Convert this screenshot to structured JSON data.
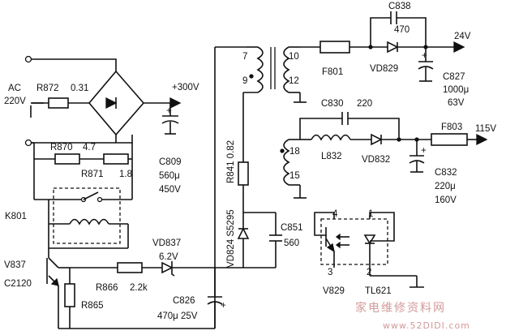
{
  "labels": {
    "ac": "AC",
    "v220": "220V",
    "r872": "R872",
    "r872_val": "0.31",
    "plus300": "+300V",
    "r870": "R870",
    "r870_val": "4.7",
    "r871": "R871",
    "r871_val": "1.8",
    "c809": "C809",
    "c809_cap": "560μ",
    "c809_v": "450V",
    "k801": "K801",
    "pin7": "7",
    "pin9": "9",
    "pin10": "10",
    "pin12": "12",
    "f801": "F801",
    "vd829": "VD829",
    "c838": "C838",
    "c838_val": "470",
    "v24": "24V",
    "c827": "C827",
    "c827_cap": "1000μ",
    "c827_v": "63V",
    "c830": "C830",
    "c830_val": "220",
    "pin18": "18",
    "pin15": "15",
    "l832": "L832",
    "vd832": "VD832",
    "f803": "F803",
    "v115": "115V",
    "c832": "C832",
    "c832_cap": "220μ",
    "c832_v": "160V",
    "r841_text": "R841  0.82",
    "vd824_text": "VD824  S5295",
    "c851": "C851",
    "c851_val": "560",
    "vd837": "VD837",
    "vd837_val": "6.2V",
    "v837": "V837",
    "c2120": "C2120",
    "r866": "R866",
    "r866_val": "2.2k",
    "r865": "R865",
    "c826": "C826",
    "c826_val": "470μ 25V",
    "opto_pin4": "4",
    "opto_pin1": "1",
    "opto_pin3": "3",
    "opto_pin2": "2",
    "v829": "V829",
    "tl621": "TL621",
    "watermark_cn": "家电维修资料网",
    "watermark_url": "www.52DIDI.com"
  },
  "colors": {
    "ink": "#111111",
    "watermark": "#d39a9a",
    "background": "#ffffff"
  }
}
